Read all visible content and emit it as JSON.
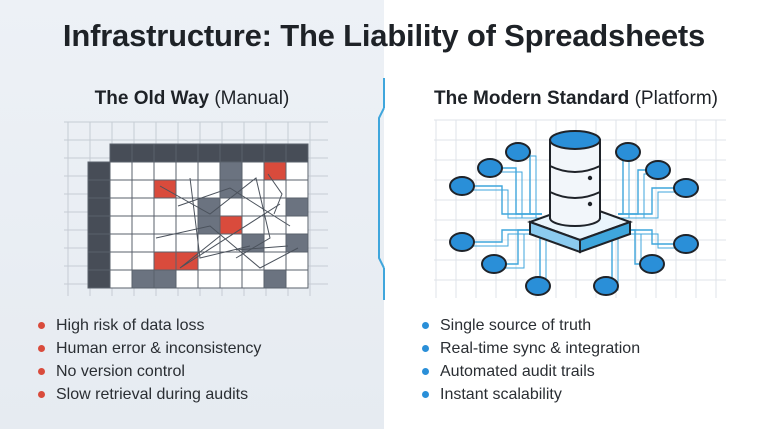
{
  "title": "Infrastructure: The Liability of Spreadsheets",
  "left": {
    "heading": "The Old Way",
    "subheading": "(Manual)",
    "bullets": [
      "High risk of data loss",
      "Human error & inconsistency",
      "No version control",
      "Slow retrieval during audits"
    ]
  },
  "right": {
    "heading": "The Modern Standard",
    "subheading": "(Platform)",
    "bullets": [
      "Single source of truth",
      "Real-time sync & integration",
      "Automated audit trails",
      "Instant scalability"
    ]
  },
  "colors": {
    "error_red": "#d94b3c",
    "cell_gray": "#6b7380",
    "cell_dark": "#474d57",
    "node_blue": "#2a8fd8",
    "accent_blue": "#3fa6dc"
  },
  "icons": {
    "left_illustration": "broken-spreadsheet-icon",
    "right_illustration": "central-database-network-icon"
  }
}
